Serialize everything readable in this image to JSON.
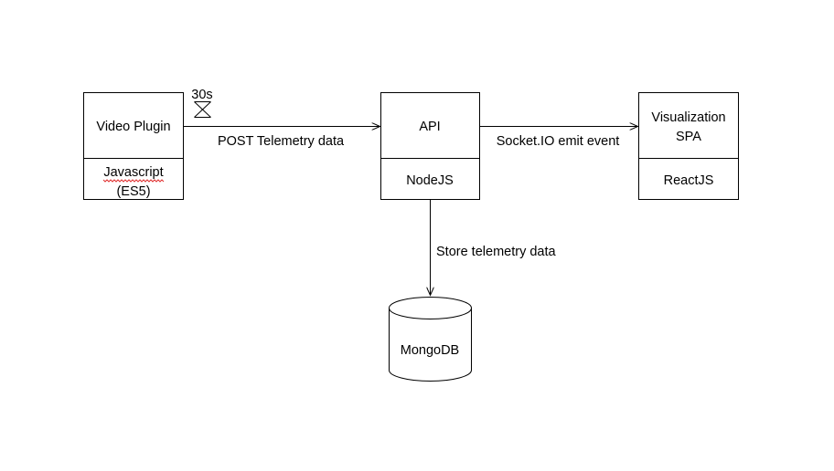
{
  "components": {
    "video_plugin": {
      "title": "Video Plugin",
      "tech_line1": "Javascript",
      "tech_line2": "(ES5)"
    },
    "api": {
      "title": "API",
      "tech": "NodeJS"
    },
    "visualization": {
      "title_line1": "Visualization",
      "title_line2": "SPA",
      "tech": "ReactJS"
    },
    "database": {
      "label": "MongoDB"
    }
  },
  "connections": {
    "plugin_to_api": "POST Telemetry data",
    "api_to_visualization": "Socket.IO emit event",
    "api_to_database": "Store telemetry data"
  },
  "timer": {
    "label": "30s",
    "icon": "hourglass-icon"
  },
  "colors": {
    "stroke": "#000000",
    "background": "#ffffff",
    "spellcheck_underline": "#e03030"
  }
}
